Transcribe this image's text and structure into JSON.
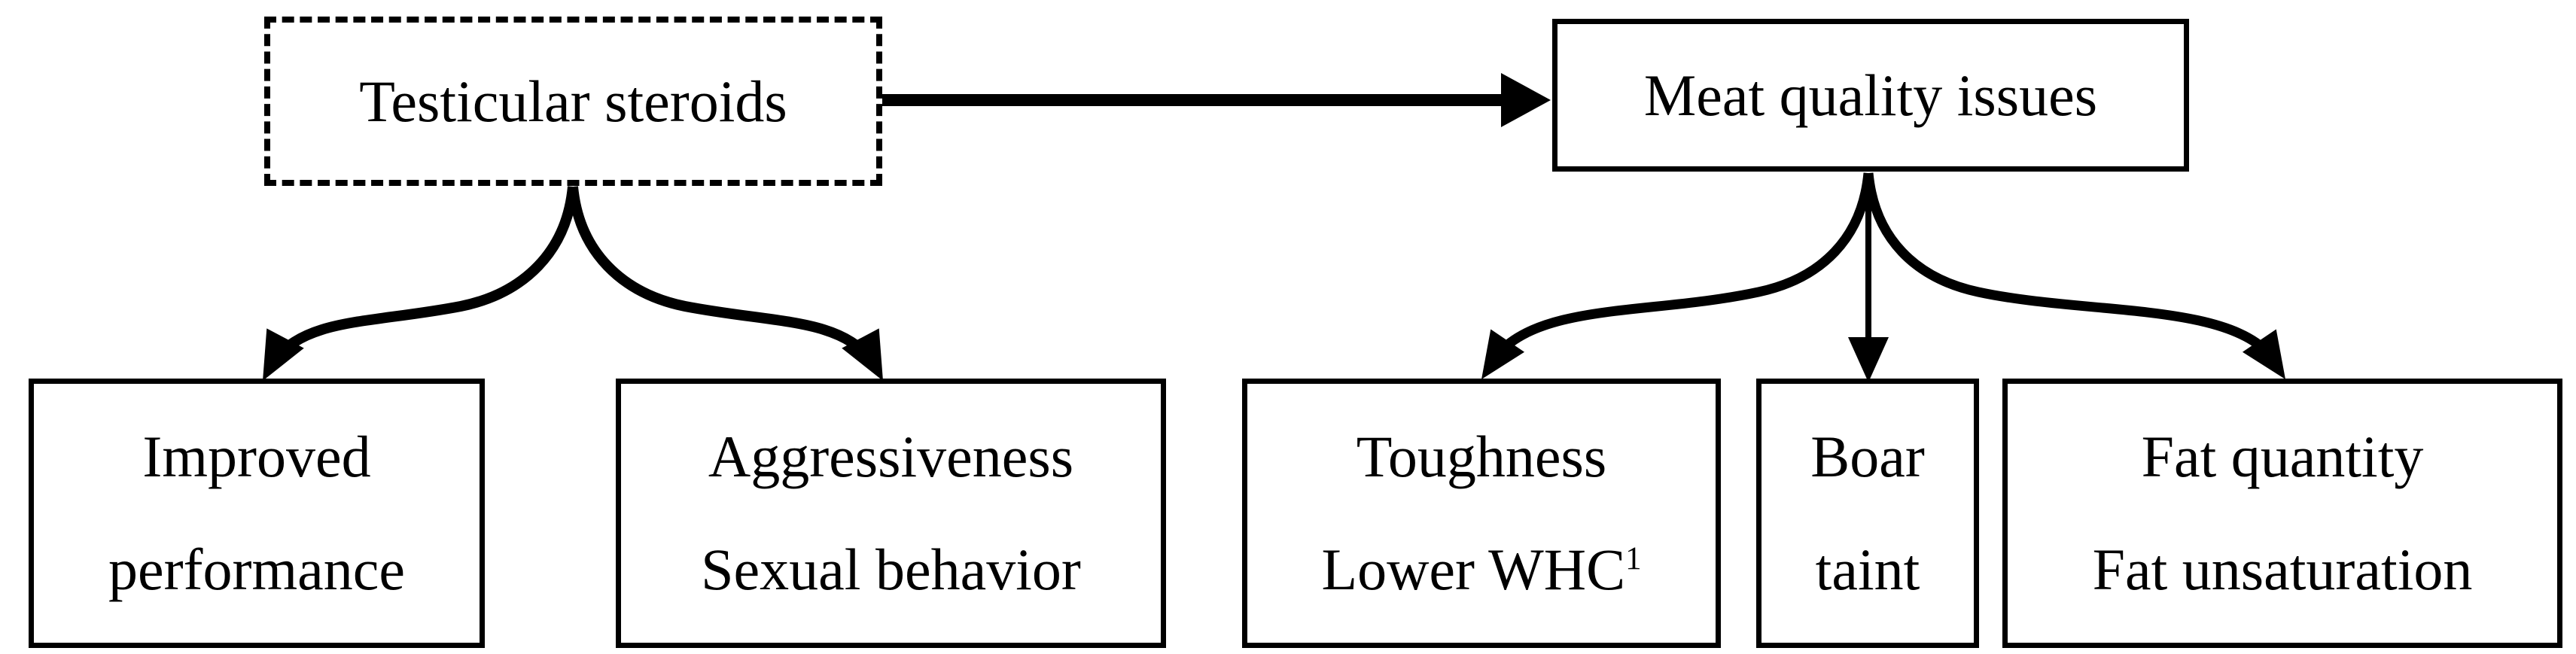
{
  "diagram": {
    "title_hint": "Effects of testicular steroids on pig production and meat quality",
    "colors": {
      "ink": "#000000",
      "background": "#ffffff"
    },
    "nodes": {
      "testicular": {
        "label": "Testicular steroids"
      },
      "meat": {
        "label": "Meat quality issues"
      },
      "improved": {
        "line1": "Improved",
        "line2": "performance"
      },
      "aggressiveness": {
        "line1": "Aggressiveness",
        "line2": "Sexual behavior"
      },
      "toughness": {
        "line1": "Toughness",
        "line2": "Lower WHC",
        "footnote": "1"
      },
      "boar": {
        "line1": "Boar",
        "line2": "taint"
      },
      "fat": {
        "line1": "Fat quantity",
        "line2": "Fat unsaturation"
      }
    },
    "edges": [
      {
        "from": "testicular",
        "to": "meat"
      },
      {
        "from": "testicular",
        "to": "improved"
      },
      {
        "from": "testicular",
        "to": "aggressiveness"
      },
      {
        "from": "meat",
        "to": "toughness"
      },
      {
        "from": "meat",
        "to": "boar"
      },
      {
        "from": "meat",
        "to": "fat"
      }
    ]
  }
}
